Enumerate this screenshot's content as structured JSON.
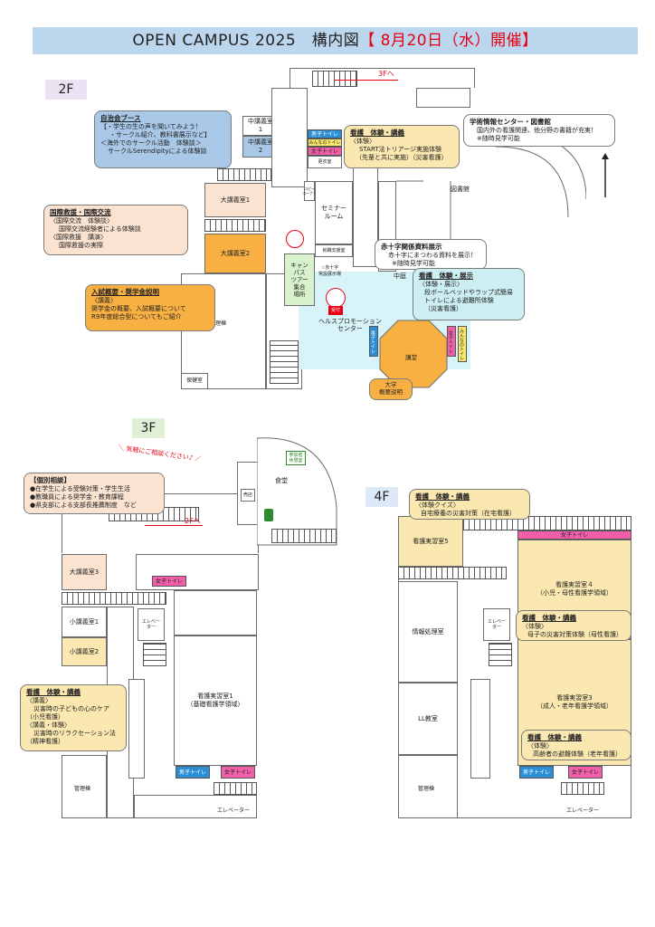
{
  "header": {
    "title": "OPEN CAMPUS 2025　構内図",
    "date": "【 8月20日（水）開催】"
  },
  "floor2": {
    "tag": "2F",
    "arrow_3f": "3Fへ",
    "rooms": {
      "chukougi1": "中講義室\n1",
      "chukougi2": "中講義室\n2",
      "daikougi1": "大講義室1",
      "daikougi2": "大講義室2",
      "seminar": "セミナー\nルーム",
      "campus_tour": "キャン\nパス\nツアー\n集合\n場所",
      "library": "図書館",
      "health": "ヘルスプロモーション\nセンター",
      "kanri": "管理棟",
      "hoken": "保健室",
      "kougi": "講堂",
      "nakaniwa": "中庭",
      "koui": "更衣室",
      "shushoku": "就職支援室",
      "sekijuji_small": "☆赤十字\n常設展示場",
      "reception": "受付",
      "male_wc": "男子トイレ",
      "minna_wc": "みんなのトイレ",
      "female_wc": "女子トイレ",
      "copy": "コピー\nコーナー"
    },
    "callouts": {
      "jichikai": {
        "head": "自治会ブース",
        "lines": [
          "【・学生の生の声を聞いてみよう！",
          "・サークル紹介、教科書展示など】",
          "＜海外でのサークル活動　体験談＞",
          "サークルSerendipityによる体験談"
        ]
      },
      "kokusai": {
        "head": "国際救援・国際交流",
        "lines": [
          "〈国際交流　体験談〉",
          "国際交流経験者による体験談",
          "〈国際救援　講演〉",
          "国際救援の実際"
        ]
      },
      "nyushi": {
        "head": "入試概要・奨学金説明",
        "lines": [
          "〈講義〉",
          "奨学金の概要、入試概要について",
          "R9年度総合型についてもご紹介"
        ]
      },
      "kango1": {
        "head": "看護　体験・講義",
        "lines": [
          "〈体験〉",
          "START法トリアージ実施体験",
          "（先輩と共に実施）（災害看護）"
        ]
      },
      "gakujutsu": {
        "head": "学術情報センター・図書館",
        "lines": [
          "国内外の看護関連、他分野の書籍が充実！",
          "※随時見学可能"
        ]
      },
      "sekijuji": {
        "head": "赤十字関係資料展示",
        "lines": [
          "赤十字にまつわる資料を展示！",
          "※随時見学可能"
        ]
      },
      "kango2": {
        "head": "看護　体験・展示",
        "lines": [
          "〈体験・展示〉",
          "段ボールベッドやラップ式簡易",
          "トイレによる避難所体験",
          "（災害看護）"
        ]
      },
      "daigaku": {
        "head": "大学\n概要説明",
        "lines": []
      }
    }
  },
  "floor3": {
    "tag": "3F",
    "arrow_2f": "2Fへ",
    "kigaru": "＼ 気軽にご相談ください♪ ／",
    "rooms": {
      "daikougi3": "大講義室3",
      "shoukougi1": "小講義室1",
      "shoukougi2": "小講義室2",
      "jisshu1": "看護実習室1\n（基礎看護学領域）",
      "shokudo": "食堂",
      "sankasha": "参加者\n休憩室",
      "baiten": "売店",
      "kanri": "管理棟",
      "elevator": "エレベーター",
      "elev_small": "エレベー\nター",
      "female_wc": "女子トイレ",
      "male_wc": "男子トイレ",
      "female_wc2": "女子トイレ"
    },
    "callouts": {
      "kobetsu": {
        "head": "【個別相談】",
        "lines": [
          "●在学生による受験対策・学生生活",
          "●教職員による奨学金・教育課程",
          "●県支部による支部長推薦制度　など"
        ]
      },
      "kango3": {
        "head": "看護　体験・講義",
        "lines": [
          "〈講義〉",
          "災害時の子どもの心のケア",
          "（小児看護）",
          "〈講義・体験〉",
          "災害時のリラクセーション法",
          "（精神看護）"
        ]
      }
    }
  },
  "floor4": {
    "tag": "4F",
    "rooms": {
      "jisshu5": "看護実習室5",
      "jisshu4": "看護実習室４\n（小児・母性看護学領域）",
      "jisshu3": "看護実習室3\n（成人・老年看護学領域）",
      "joho": "情報処理室",
      "ll": "LL教室",
      "kanri": "管理棟",
      "elevator": "エレベーター",
      "elev_small": "エレベー\nター",
      "female_wc_top": "女子トイレ",
      "male_wc": "男子トイレ",
      "female_wc": "女子トイレ"
    },
    "callouts": {
      "kango4": {
        "head": "看護　体験・講義",
        "lines": [
          "〈体験クイズ〉",
          "自宅療養の災害対策（在宅看護）"
        ]
      },
      "kango5": {
        "head": "看護　体験・講義",
        "lines": [
          "〈体験〉",
          "母子の災害対策体験（母性看護）"
        ]
      },
      "kango6": {
        "head": "看護　体験・講義",
        "lines": [
          "〈体験〉",
          "高齢者の避難体験（老年看護）"
        ]
      }
    }
  },
  "colors": {
    "title_bg": "#bcd6ee",
    "accent_red": "#e60012",
    "peach": "#fbe3d1",
    "orange": "#f8b043",
    "cream": "#fbe8b0",
    "blue_callout": "#a9c8e8",
    "cyan_callout": "#cdeff4",
    "male_wc": "#2c8fd6",
    "female_wc": "#f25fa8"
  }
}
